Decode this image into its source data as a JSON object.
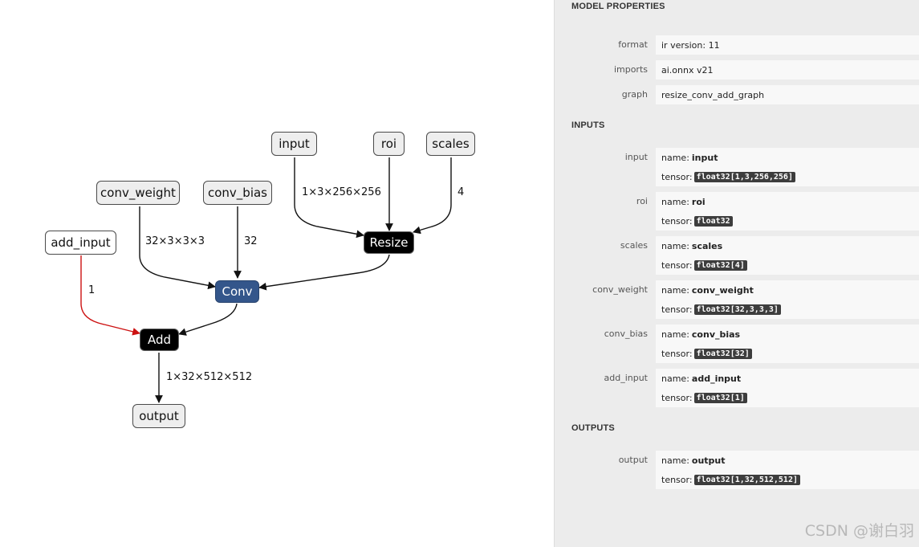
{
  "graph": {
    "nodes": {
      "input": "input",
      "roi": "roi",
      "scales": "scales",
      "conv_weight": "conv_weight",
      "conv_bias": "conv_bias",
      "add_input": "add_input",
      "resize": "Resize",
      "conv": "Conv",
      "add": "Add",
      "output": "output"
    },
    "edge_labels": {
      "input_resize": "1×3×256×256",
      "scales_resize": "4",
      "weight_conv": "32×3×3×3",
      "bias_conv": "32",
      "add_input_add": "1",
      "add_output": "1×32×512×512"
    },
    "colors": {
      "add_input_edge": "#cc1111",
      "conv_node": "#34568b",
      "op_node": "#000000"
    }
  },
  "panel": {
    "model_title": "MODEL PROPERTIES",
    "model_props": [
      {
        "label": "format",
        "value": "ir version: 11"
      },
      {
        "label": "imports",
        "value": "ai.onnx v21"
      },
      {
        "label": "graph",
        "value": "resize_conv_add_graph"
      }
    ],
    "inputs_title": "INPUTS",
    "inputs": [
      {
        "label": "input",
        "name": "input",
        "tensor": "float32[1,3,256,256]"
      },
      {
        "label": "roi",
        "name": "roi",
        "tensor": "float32"
      },
      {
        "label": "scales",
        "name": "scales",
        "tensor": "float32[4]"
      },
      {
        "label": "conv_weight",
        "name": "conv_weight",
        "tensor": "float32[32,3,3,3]"
      },
      {
        "label": "conv_bias",
        "name": "conv_bias",
        "tensor": "float32[32]"
      },
      {
        "label": "add_input",
        "name": "add_input",
        "tensor": "float32[1]"
      }
    ],
    "outputs_title": "OUTPUTS",
    "outputs": [
      {
        "label": "output",
        "name": "output",
        "tensor": "float32[1,32,512,512]"
      }
    ],
    "name_prefix": "name:",
    "tensor_prefix": "tensor:"
  },
  "watermark": "CSDN @谢白羽"
}
